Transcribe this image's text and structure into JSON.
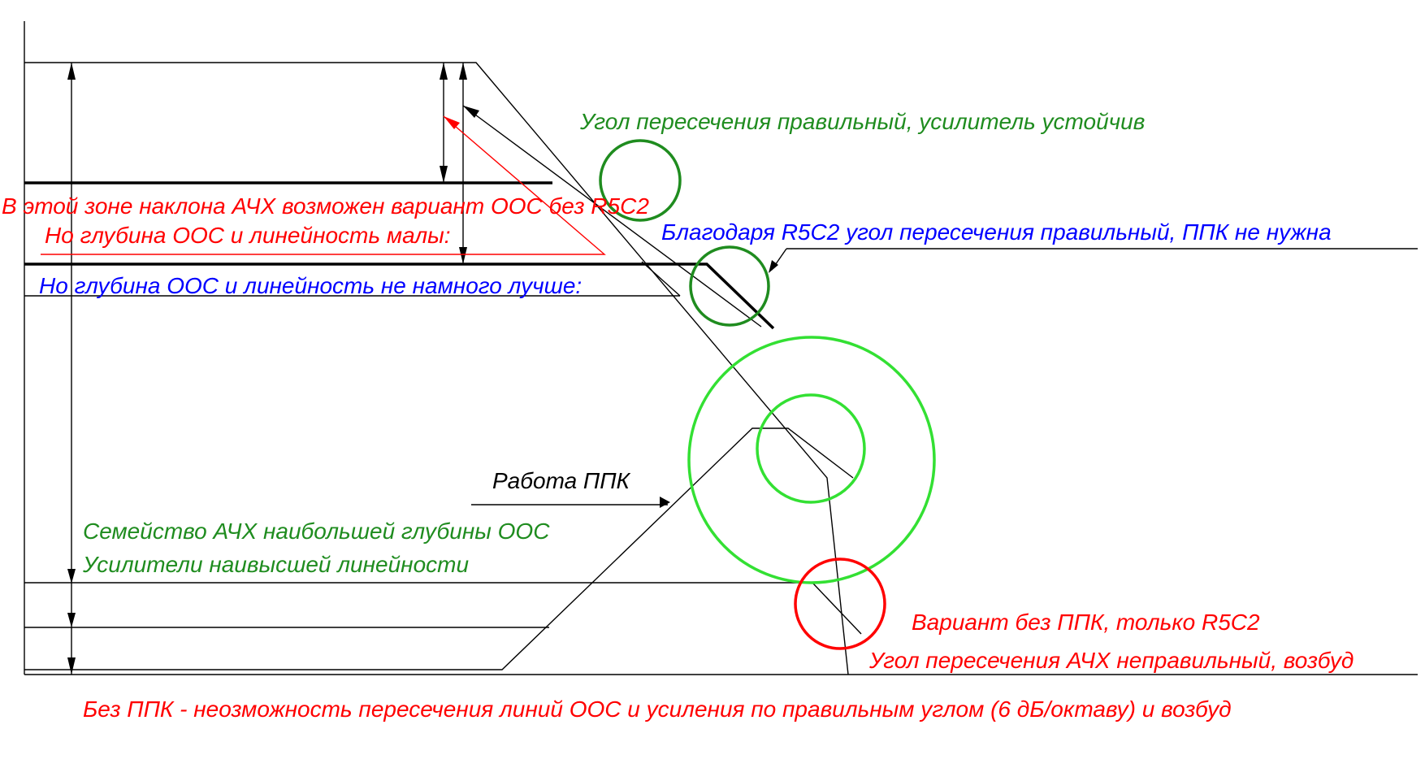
{
  "colors": {
    "red": "#ff0000",
    "blue": "#0000ff",
    "dark_green": "#1f8c1f",
    "light_green": "#33e033",
    "black": "#000000"
  },
  "labels": {
    "stable_angle": "Угол пересечения правильный, усилитель устойчив",
    "zone_variant": "В этой зоне наклона АЧХ возможен вариант ООС без R5C2",
    "depth_small": "Но глубина ООС и линейность малы:",
    "thanks_r5c2": "Благодаря R5C2 угол пересечения правильный, ППК не нужна",
    "depth_slightly_better": "Но глубина ООС и линейность не намного лучше:",
    "ppk_work": "Работа ППК",
    "family_afc": "Семейство АЧХ наибольшей глубины ООС",
    "highest_linearity": "Усилители наивысшей линейности",
    "variant_no_ppk": "Вариант без ППК, только R5C2",
    "wrong_angle": "Угол пересечения АЧХ неправильный, возбуд",
    "bottom_note": "Без ППК - неозможность пересечения линий ООС и усиления по правильным углом (6 дБ/октаву) и возбуд"
  }
}
